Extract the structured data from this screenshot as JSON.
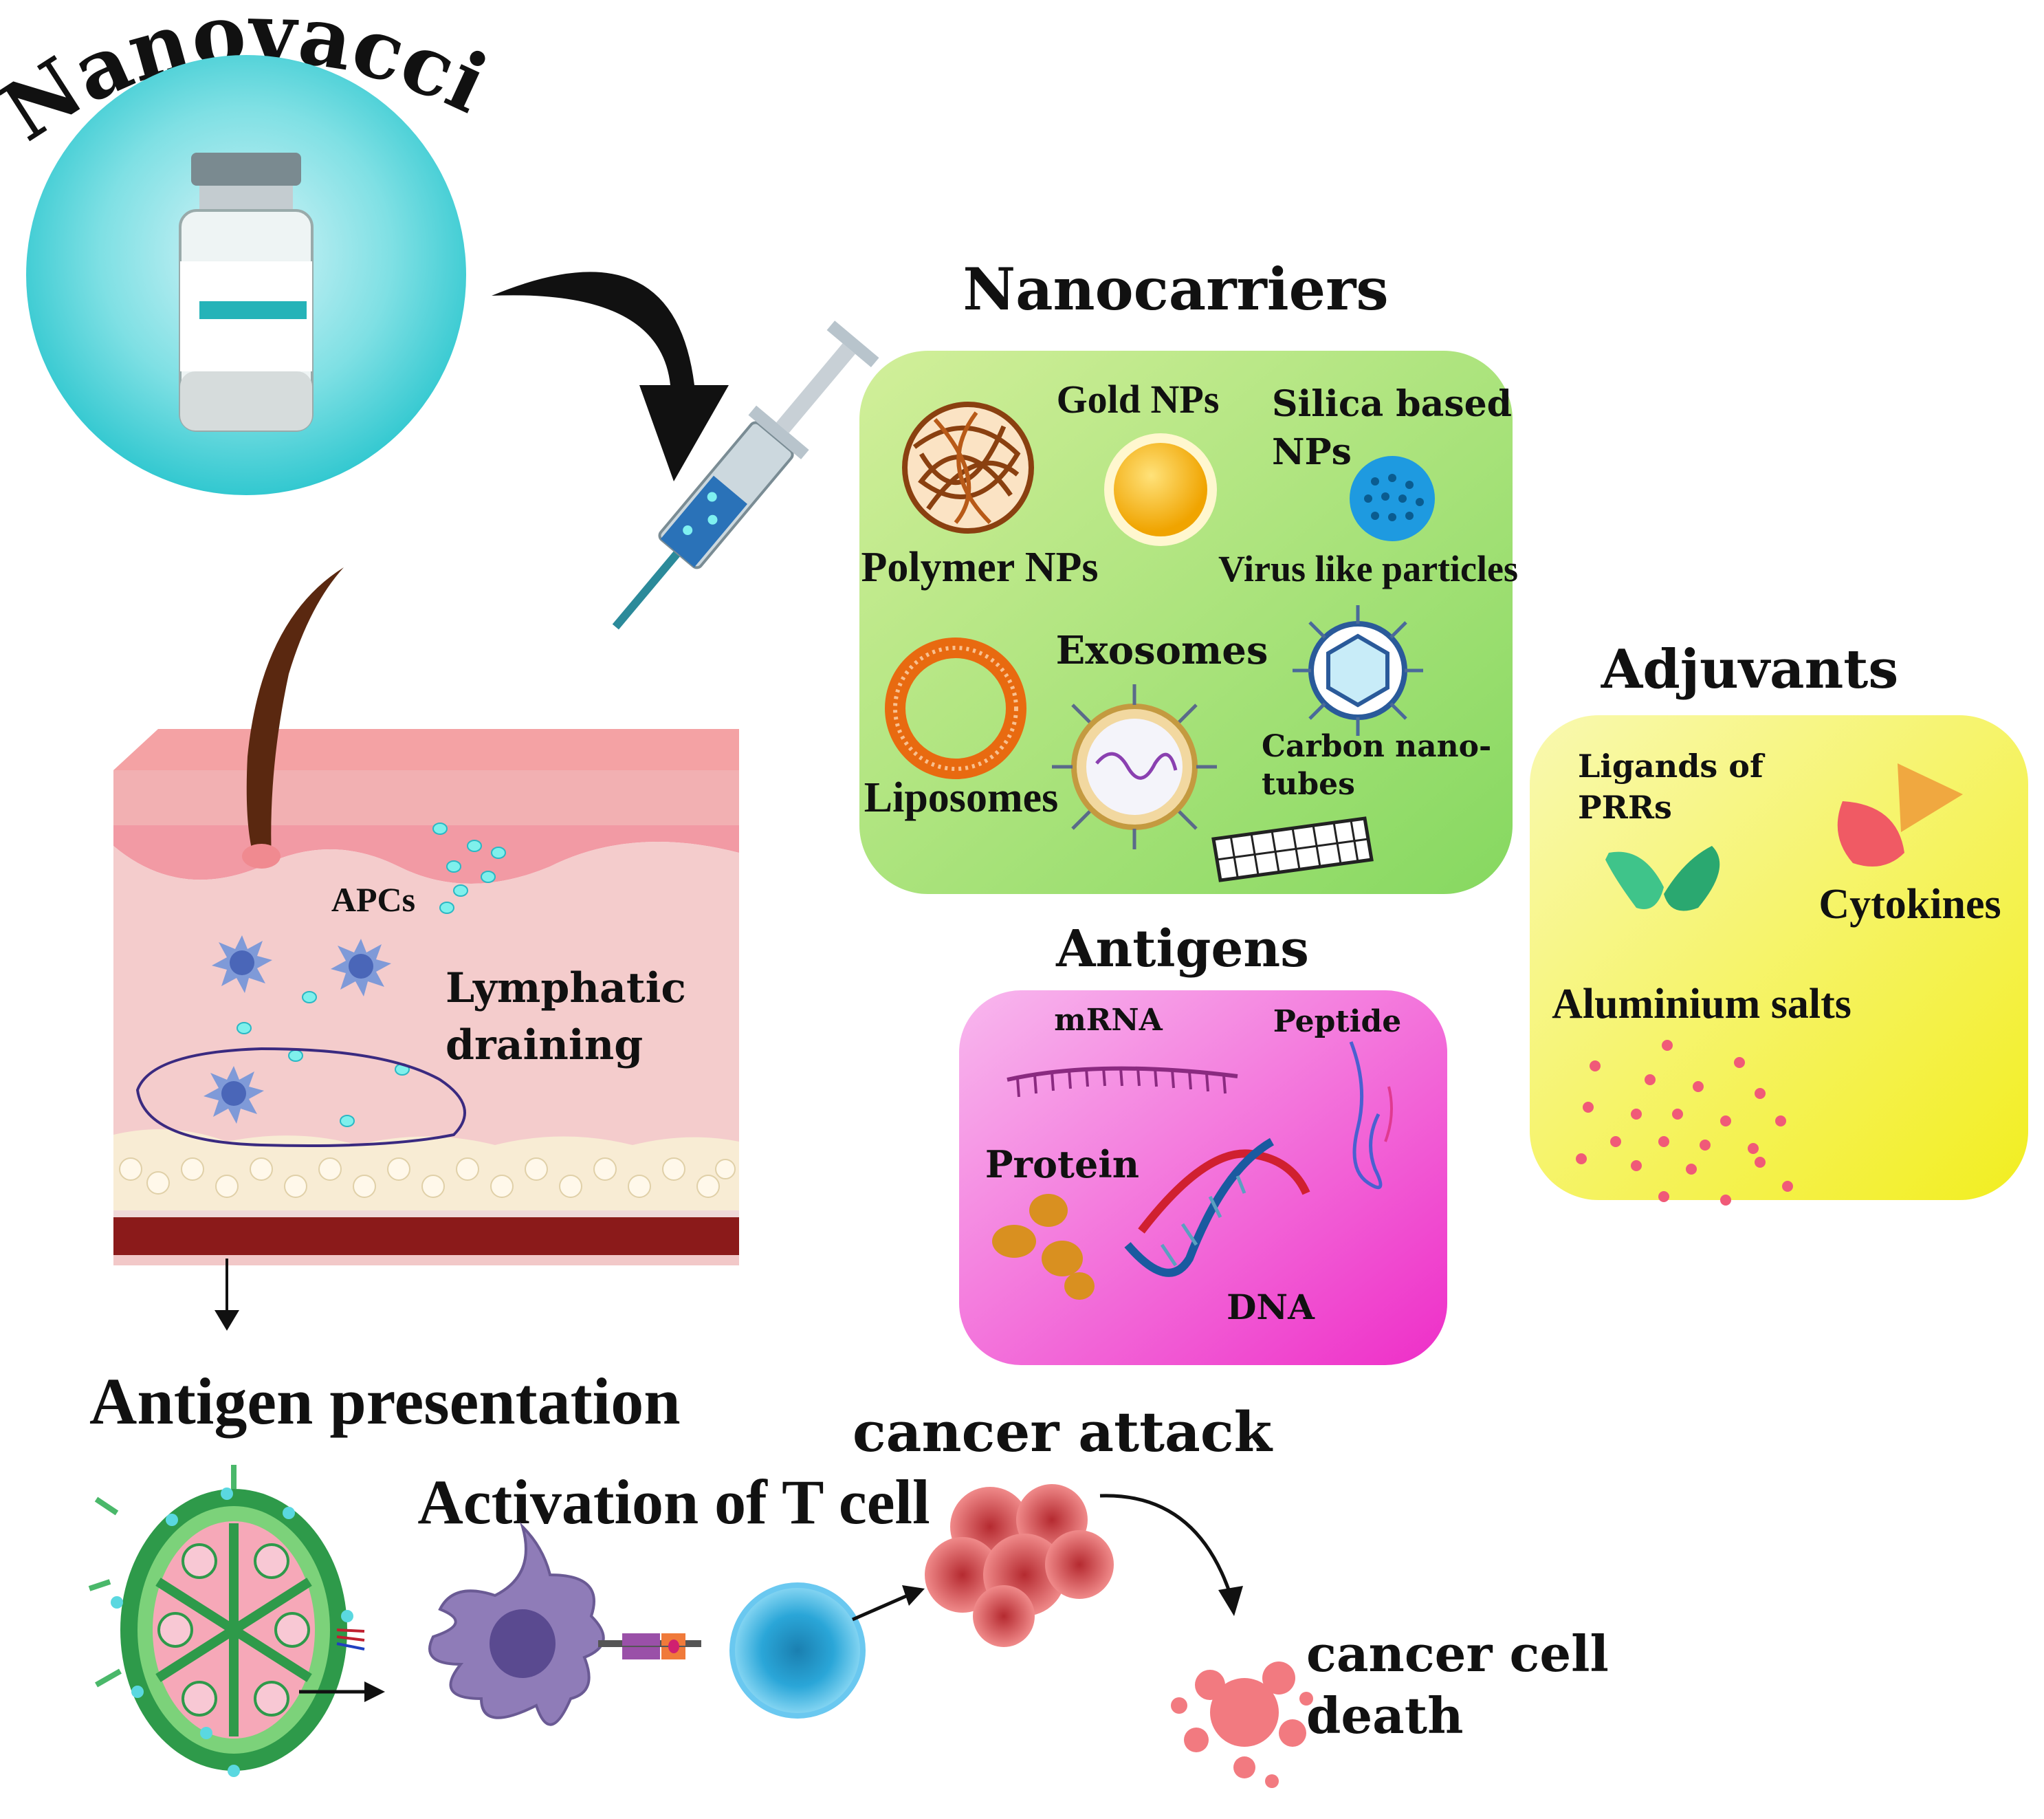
{
  "title": "Nanovaccine",
  "nanocarriers": {
    "heading": "Nanocarriers",
    "items": {
      "gold": "Gold NPs",
      "silica_line1": "Silica based",
      "silica_line2": "NPs",
      "polymer": "Polymer NPs",
      "vlp": "Virus like particles",
      "exosomes": "Exosomes",
      "liposomes": "Liposomes",
      "cnt_line1": "Carbon nano-",
      "cnt_line2": "tubes"
    }
  },
  "antigens": {
    "heading": "Antigens",
    "items": {
      "mrna": "mRNA",
      "peptide": "Peptide",
      "protein": "Protein",
      "dna": "DNA"
    }
  },
  "adjuvants": {
    "heading": "Adjuvants",
    "items": {
      "prr_line1": "Ligands of",
      "prr_line2": "PRRs",
      "cytokines": "Cytokines",
      "aluminium": "Aluminium salts"
    }
  },
  "skin": {
    "apcs": "APCs",
    "lymph_line1": "Lymphatic",
    "lymph_line2": "draining"
  },
  "pathway": {
    "antigen_presentation": "Antigen presentation",
    "t_cell_activation": "Activation of T cell",
    "cancer_attack": "cancer attack",
    "death_line1": "cancer cell",
    "death_line2": "death"
  },
  "colors": {
    "nanocarriers_bg": "#a8e070",
    "antigens_bg": "#f04ccc",
    "adjuvants_bg": "#f4f266",
    "vial_glow": "#3dd6d6",
    "skin_pink": "#f2c2c2",
    "vessel_red": "#8b1a1a"
  }
}
